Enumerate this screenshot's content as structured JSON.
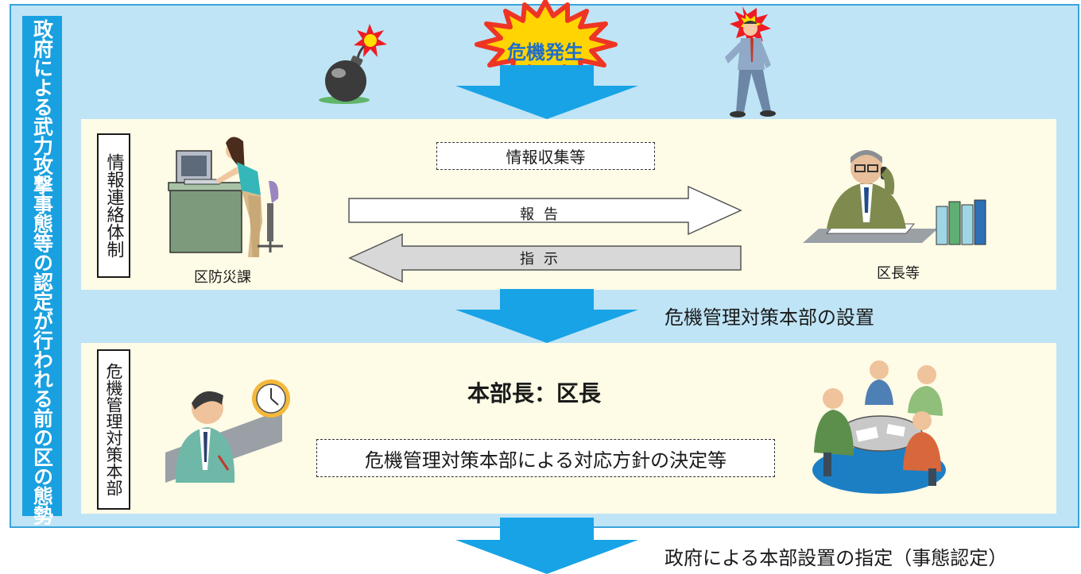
{
  "sidebar": {
    "text": "政府による武力攻撃事態等の認定が行われる前の区の態勢"
  },
  "top": {
    "crisis_label": "危機発生"
  },
  "info_panel": {
    "label": "情報連絡体制",
    "collection": "情報収集等",
    "report": "報告",
    "instruction": "指示",
    "left_caption": "区防災課",
    "right_caption": "区長等"
  },
  "step1": {
    "label": "危機管理対策本部の設置"
  },
  "hq_panel": {
    "label": "危機管理対策本部",
    "head": "本部長：区長",
    "policy": "危機管理対策本部による対応方針の決定等"
  },
  "step2": {
    "label": "政府による本部設置の指定（事態認定）"
  },
  "colors": {
    "arrow_blue": "#18a3e6",
    "panel": "#fefbe6",
    "frame": "#bfe4f6",
    "sidebar": "#19a0e0"
  }
}
